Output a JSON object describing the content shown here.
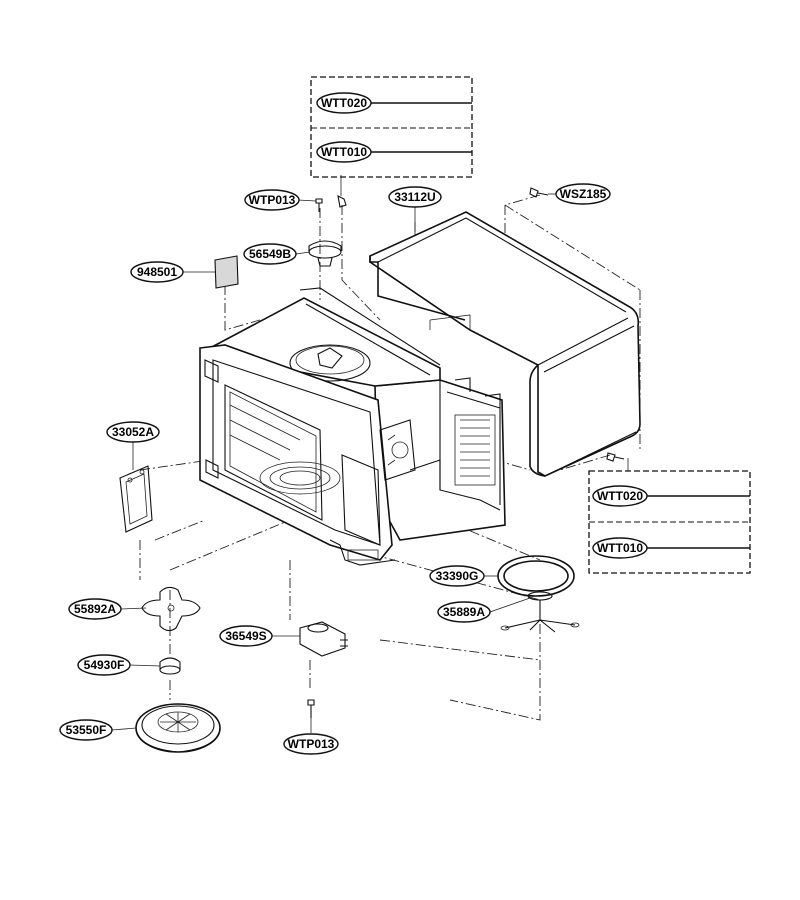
{
  "parts": {
    "wtt020_top": "WTT020",
    "wtt010_top": "WTT010",
    "wtp013_top": "WTP013",
    "p33112u": "33112U",
    "wsz185": "WSZ185",
    "p56549b": "56549B",
    "p948501": "948501",
    "p33052a": "33052A",
    "wtt020_right": "WTT020",
    "wtt010_right": "WTT010",
    "p33390g": "33390G",
    "p35889a": "35889A",
    "p55892a": "55892A",
    "p36549s": "36549S",
    "p54930f": "54930F",
    "p53550f": "53550F",
    "wtp013_bottom": "WTP013"
  }
}
